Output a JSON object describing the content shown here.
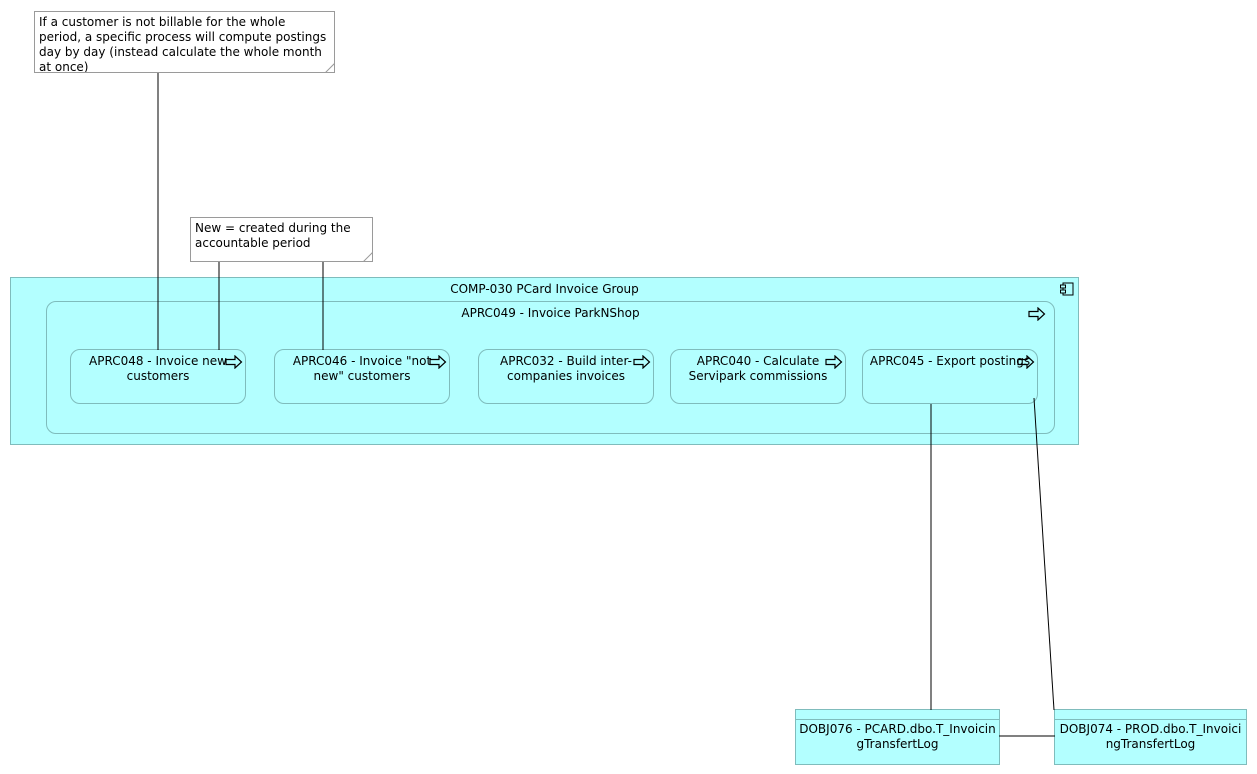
{
  "notes": {
    "billable": "If a customer is not billable for the whole period, a specific process will compute postings day by day (instead calculate the whole month at once)",
    "new_def": "New = created during the accountable period"
  },
  "component": {
    "title": "COMP-030 PCard Invoice Group",
    "icon": "component-icon"
  },
  "process_group": {
    "title": "APRC049 - Invoice ParkNShop",
    "icon": "process-arrow-icon"
  },
  "processes": [
    {
      "label": "APRC048 - Invoice new customers"
    },
    {
      "label": "APRC046 - Invoice \"not new\" customers"
    },
    {
      "label": "APRC032 - Build inter-companies invoices"
    },
    {
      "label": "APRC040 - Calculate Servipark commissions"
    },
    {
      "label": "APRC045 - Export postings"
    }
  ],
  "data_objects": [
    {
      "label": "DOBJ076 - PCARD.dbo.T_InvoicingTransfertLog"
    },
    {
      "label": "DOBJ074 - PROD.dbo.T_InvoicingTransfertLog"
    }
  ],
  "colors": {
    "fill": "#b3ffff",
    "border": "#7fbcbc",
    "note_border": "#9a9a9a"
  }
}
